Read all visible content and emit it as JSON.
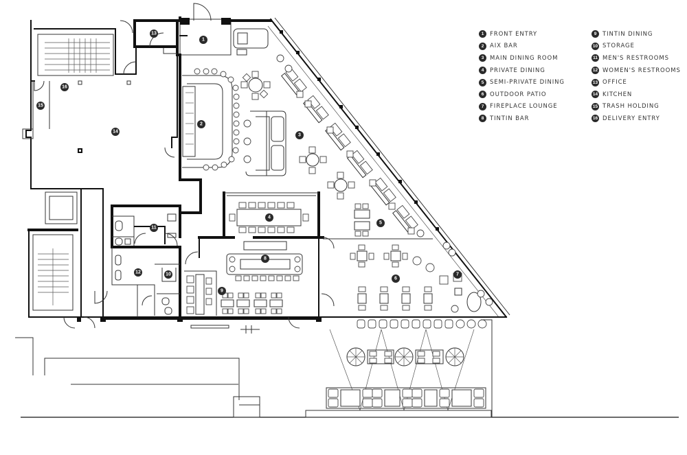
{
  "legend": {
    "column_1": [
      {
        "num": "1",
        "label": "FRONT ENTRY"
      },
      {
        "num": "2",
        "label": "AIX BAR"
      },
      {
        "num": "3",
        "label": "MAIN DINING ROOM"
      },
      {
        "num": "4",
        "label": "PRIVATE DINING"
      },
      {
        "num": "5",
        "label": "SEMI-PRIVATE DINING"
      },
      {
        "num": "6",
        "label": "OUTDOOR PATIO"
      },
      {
        "num": "7",
        "label": "FIREPLACE LOUNGE"
      },
      {
        "num": "8",
        "label": "TINTIN BAR"
      }
    ],
    "column_2": [
      {
        "num": "9",
        "label": "TINTIN DINING"
      },
      {
        "num": "10",
        "label": "STORAGE"
      },
      {
        "num": "11",
        "label": "MEN'S RESTROOMS"
      },
      {
        "num": "12",
        "label": "WOMEN'S RESTROOMS"
      },
      {
        "num": "13",
        "label": "OFFICE"
      },
      {
        "num": "14",
        "label": "KITCHEN"
      },
      {
        "num": "15",
        "label": "TRASH HOLDING"
      },
      {
        "num": "16",
        "label": "DELIVERY ENTRY"
      }
    ]
  },
  "plan_markers": {
    "m1": "1",
    "m2": "2",
    "m3": "3",
    "m4": "4",
    "m5": "5",
    "m6": "6",
    "m7": "7",
    "m8": "8",
    "m9": "9",
    "m10": "10",
    "m11": "11",
    "m12": "12",
    "m13": "13",
    "m14": "14",
    "m15": "15",
    "m16": "16"
  }
}
